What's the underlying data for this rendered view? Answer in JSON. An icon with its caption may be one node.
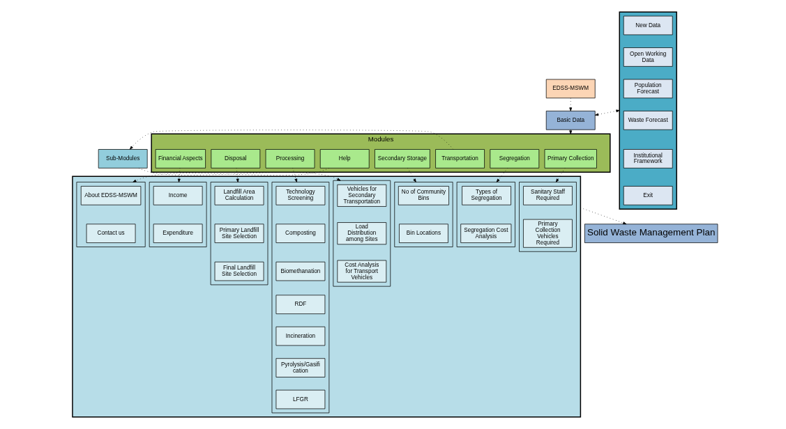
{
  "diagram": {
    "nodes": [
      {
        "text": [
          "EDSS-MSWM"
        ]
      },
      {
        "text": [
          "Basic Data"
        ]
      },
      {
        "text": [
          "Modules"
        ]
      },
      {
        "text": [
          "Primary Collection"
        ],
        "in": 2
      },
      {
        "text": [
          "Segregation"
        ],
        "in": 2
      },
      {
        "text": [
          "Secondary Storage"
        ],
        "in": 2
      },
      {
        "text": [
          "Transportation"
        ],
        "in": 2
      },
      {
        "text": [
          "Processing"
        ],
        "in": 2
      },
      {
        "text": [
          "Disposal"
        ],
        "in": 2
      },
      {
        "text": [
          "Financial Aspects"
        ],
        "in": 2
      },
      {
        "text": [
          "Help"
        ],
        "in": 2
      },
      {
        "text": [
          "Sub-Modules"
        ]
      },
      {
        "text": [],
        "shape": "box"
      },
      {
        "text": [
          "New Data"
        ],
        "in": 12
      },
      {
        "text": [
          "Open Working Data"
        ],
        "in": 12
      },
      {
        "text": [
          "Population Forecast"
        ],
        "in": 12
      },
      {
        "text": [
          "Waste Forecast"
        ],
        "in": 12
      },
      {
        "text": [
          "Institutional Framework"
        ],
        "in": 12
      },
      {
        "text": [
          "Exit"
        ],
        "in": 12
      },
      {
        "text": [],
        "shape": "box"
      },
      {
        "text": [],
        "shape": "box",
        "in": 19
      },
      {
        "text": [
          "Sanitary Staff Required"
        ],
        "in": 20
      },
      {
        "text": [
          "Primary Collection Vehicles Required"
        ],
        "in": 20
      },
      {
        "text": [],
        "shape": "box",
        "in": 19
      },
      {
        "text": [
          "Types of Segregation"
        ],
        "in": 23
      },
      {
        "text": [
          "Segregation Cost Analysis"
        ],
        "in": 23
      },
      {
        "text": [],
        "shape": "box",
        "in": 19
      },
      {
        "text": [
          "No of Community Bins"
        ],
        "in": 26
      },
      {
        "text": [
          "Bin Locations"
        ],
        "in": 26
      },
      {
        "text": [],
        "shape": "box",
        "in": 19
      },
      {
        "text": [
          "Vehicles for Secondary Transportation"
        ],
        "in": 29
      },
      {
        "text": [
          "Load Distribution among Sites"
        ],
        "in": 29
      },
      {
        "text": [
          "Cost Analysis for Transport Vehicles"
        ],
        "in": 29
      },
      {
        "text": [],
        "shape": "box",
        "in": 19
      },
      {
        "text": [
          "Technology Screening"
        ],
        "in": 33
      },
      {
        "text": [
          "Composting"
        ],
        "in": 33
      },
      {
        "text": [
          "Biomethanation"
        ],
        "in": 33
      },
      {
        "text": [
          "RDF"
        ],
        "in": 33
      },
      {
        "text": [
          "Incineration"
        ],
        "in": 33
      },
      {
        "text": [
          "Pyrolysis/Gasification"
        ],
        "in": 33
      },
      {
        "text": [
          "LFGR"
        ],
        "in": 33
      },
      {
        "text": [],
        "shape": "box",
        "in": 19
      },
      {
        "text": [
          "Landfill Area Calculation"
        ],
        "in": 41
      },
      {
        "text": [
          "Primary Landfill Site Selection"
        ],
        "in": 41
      },
      {
        "text": [
          "Final Landfill Site Selection"
        ],
        "in": 41
      },
      {
        "text": [],
        "shape": "box",
        "in": 19
      },
      {
        "text": [
          "Income"
        ],
        "in": 45
      },
      {
        "text": [
          "Expenditure"
        ],
        "in": 45
      },
      {
        "text": [],
        "shape": "box",
        "in": 19
      },
      {
        "text": [
          "About EDSS-MSWM"
        ],
        "in": 48
      },
      {
        "text": [
          "Contact us"
        ],
        "in": 48
      },
      {
        "text": [
          "Solid Waste Management Plan"
        ]
      }
    ],
    "edges": [
      {
        "from": 0,
        "to": 1,
        "arrow": "to"
      },
      {
        "from": 1,
        "to": 2,
        "arrow": "to"
      },
      {
        "from": 1,
        "to": 12,
        "arrow": "both"
      },
      {
        "from": 3,
        "to": 20,
        "arrow": "to"
      },
      {
        "from": 4,
        "to": 23,
        "arrow": "to"
      },
      {
        "from": 5,
        "to": 26,
        "arrow": "to"
      },
      {
        "from": 6,
        "to": 11,
        "arrow": "to"
      },
      {
        "from": 11,
        "to": 29,
        "arrow": "to"
      },
      {
        "from": 7,
        "to": 33,
        "arrow": "to"
      },
      {
        "from": 8,
        "to": 41,
        "arrow": "to"
      },
      {
        "from": 9,
        "to": 45,
        "arrow": "to"
      },
      {
        "from": 10,
        "to": 48,
        "arrow": "to"
      },
      {
        "from": 19,
        "to": 51,
        "arrow": "to"
      }
    ]
  }
}
